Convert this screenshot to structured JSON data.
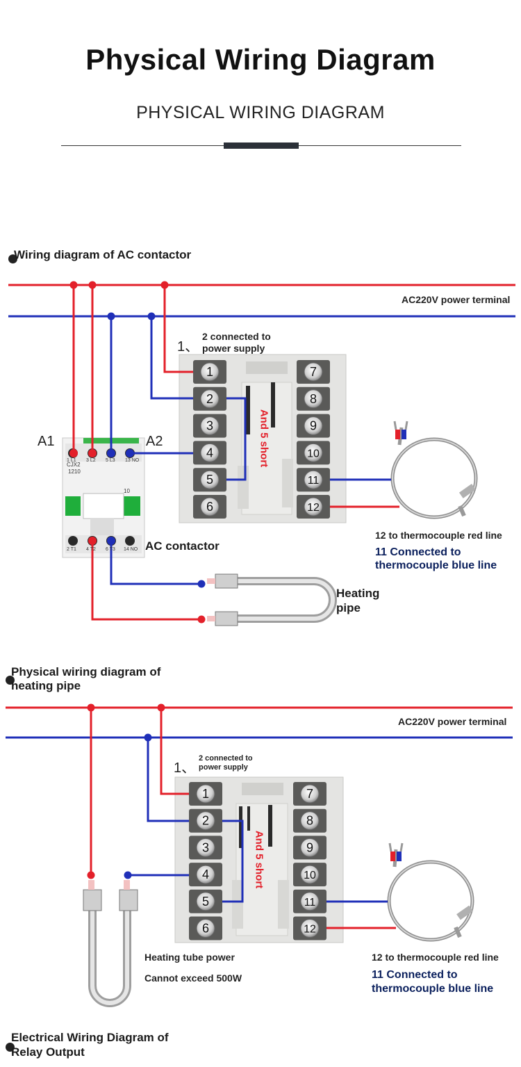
{
  "header": {
    "title": "Physical Wiring Diagram",
    "subtitle": "PHYSICAL WIRING DIAGRAM"
  },
  "section1": {
    "heading": "Wiring diagram of AC contactor",
    "power_terminal": "AC220V power terminal",
    "step_number": "1、",
    "step_text_1": "2 connected to",
    "step_text_2": "power supply",
    "short_note": "And 5 short",
    "label_a1": "A1",
    "label_a2": "A2",
    "contactor_label": "AC contactor",
    "heating_label_1": "Heating",
    "heating_label_2": "pipe",
    "red_line_note": "12 to thermocouple red line",
    "blue_line_note_1": "11 Connected to",
    "blue_line_note_2": "thermocouple blue line",
    "contactor_model_1": "CJX2",
    "contactor_model_2": "1210",
    "contactor_aux": "10",
    "contactor_top_marks": [
      "1 L1",
      "3 L2",
      "5 L3",
      "13 NO"
    ],
    "contactor_bottom_marks": [
      "2 T1",
      "4 T2",
      "6 T3",
      "14 NO"
    ]
  },
  "section2": {
    "heading_1": "Physical wiring diagram of",
    "heading_2": "heating pipe",
    "power_terminal": "AC220V power terminal",
    "step_number": "1、",
    "step_text_1": "2 connected to",
    "step_text_2": "power supply",
    "short_note": "And 5 short",
    "power_note_1": "Heating tube power",
    "power_note_2": "Cannot exceed 500W",
    "red_line_note": "12 to thermocouple red line",
    "blue_line_note_1": "11 Connected to",
    "blue_line_note_2": "thermocouple blue line"
  },
  "section3": {
    "heading_1": "Electrical Wiring Diagram of",
    "heading_2": "Relay Output"
  },
  "terminals_left": [
    "1",
    "2",
    "3",
    "4",
    "5",
    "6"
  ],
  "terminals_right": [
    "7",
    "8",
    "9",
    "10",
    "11",
    "12"
  ],
  "colors": {
    "live_wire": "#e3202a",
    "neutral_wire": "#1f2fb8",
    "terminal_block": "#e4e4e2"
  }
}
